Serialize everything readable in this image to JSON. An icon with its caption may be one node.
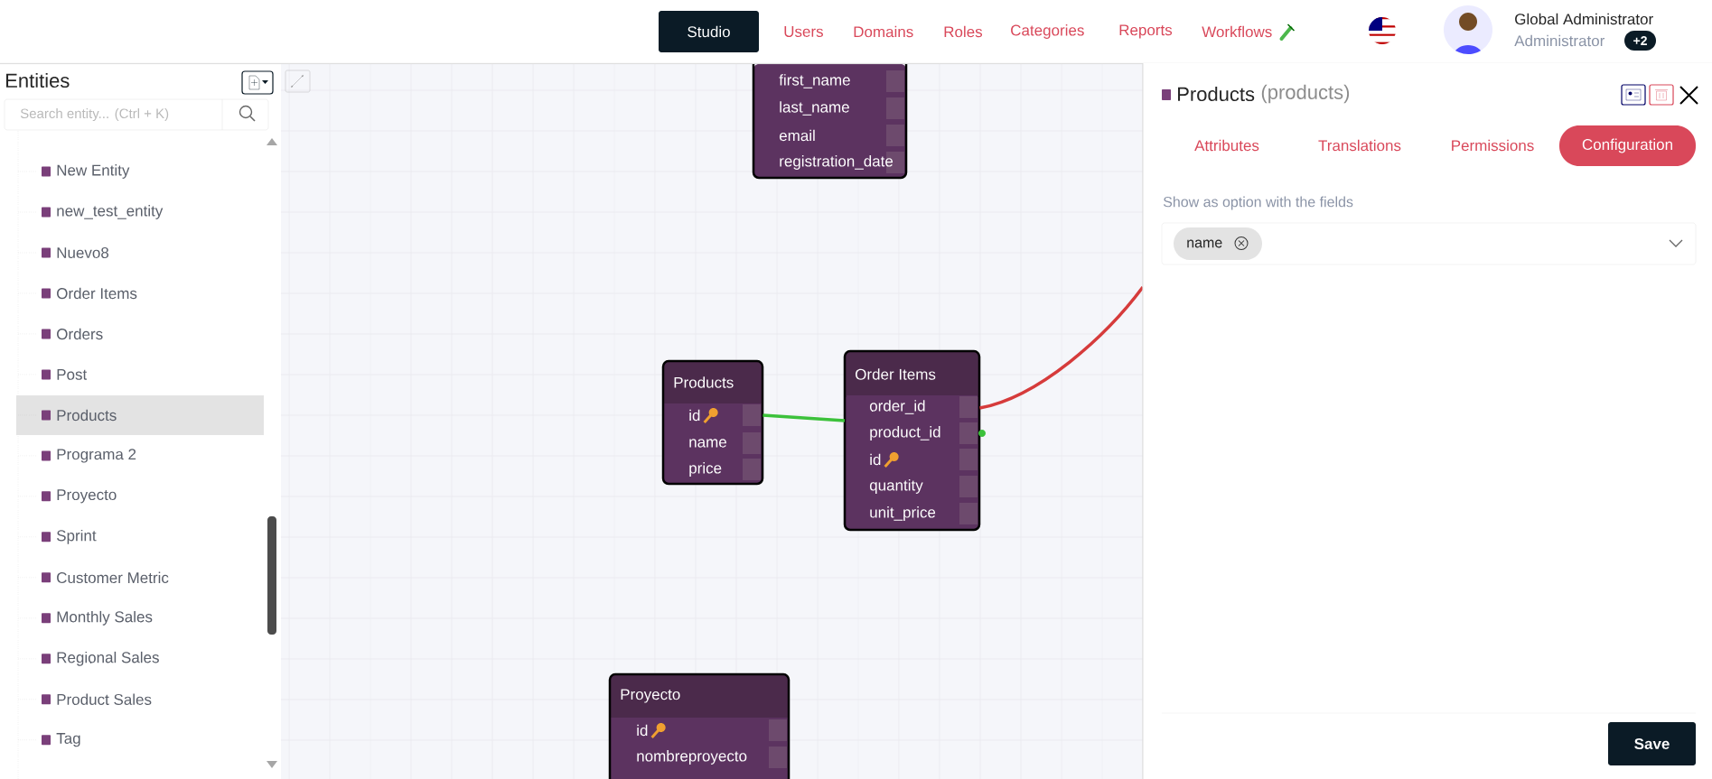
{
  "diagram": {
    "nodes": [
      {
        "text": [
          "first_name",
          "last_name",
          "email",
          "registration_date"
        ]
      },
      {
        "text": [
          "Products",
          "id",
          "name",
          "price"
        ]
      },
      {
        "text": [
          "Order Items",
          "order_id",
          "product_id",
          "id",
          "quantity",
          "unit_price"
        ]
      },
      {
        "text": [
          "Proyecto",
          "id",
          "nombreproyecto"
        ]
      }
    ],
    "edges": [
      {
        "from": 1,
        "to": 2,
        "arrow": "none",
        "color": "#3cc13b"
      },
      {
        "from": 2,
        "to": null,
        "arrow": "none",
        "color": "#d63b3b"
      }
    ],
    "labels": [
      "Studio",
      "Users",
      "Domains",
      "Roles",
      "Categories",
      "Reports",
      "Workflows",
      "Global Administrator",
      "Administrator",
      "+2",
      "Entities",
      "Search entity... (Ctrl + K)",
      "New Entity",
      "new_test_entity",
      "Nuevo8",
      "Order Items",
      "Orders",
      "Post",
      "Products",
      "Programa 2",
      "Proyecto",
      "Sprint",
      "Customer Metric",
      "Monthly Sales",
      "Regional Sales",
      "Product Sales",
      "Tag",
      "Products",
      "(products)",
      "Attributes",
      "Translations",
      "Permissions",
      "Configuration",
      "Show as option with the fields",
      "name",
      "Save"
    ]
  }
}
